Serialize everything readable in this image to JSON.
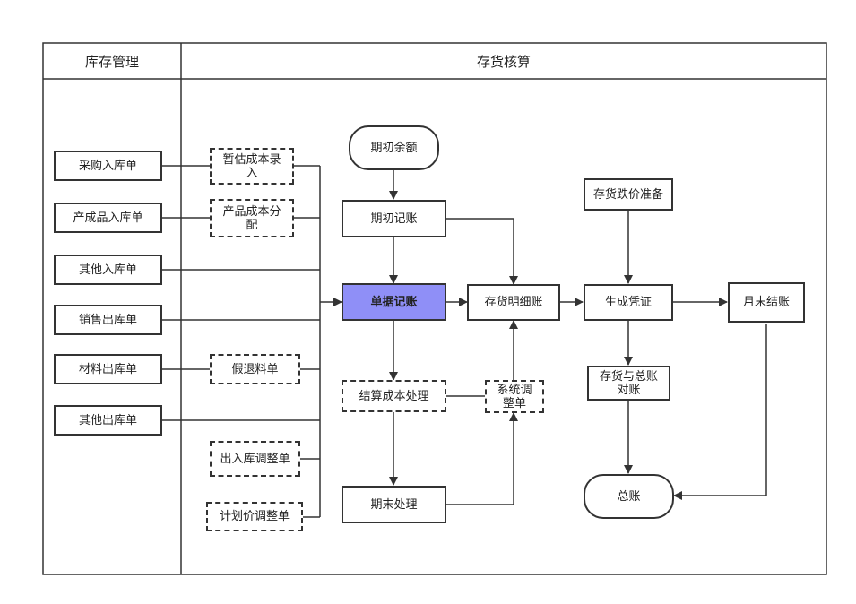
{
  "lanes": {
    "inventory": "库存管理",
    "accounting": "存货核算"
  },
  "nodes": {
    "purchase_in": "采购入库单",
    "product_in": "产成品入库单",
    "other_in": "其他入库单",
    "sales_out": "销售出库单",
    "material_out": "材料出库单",
    "other_out": "其他出库单",
    "estimated_cost": "暂估成本录入",
    "product_cost": "产品成本分配",
    "return_material": "假退料单",
    "io_adjust": "出入库调整单",
    "plan_price_adjust": "计划价调整单",
    "opening_balance": "期初余额",
    "opening_posting": "期初记账",
    "doc_posting": "单据记账",
    "settle_cost": "结算成本处理",
    "system_adjust": "系统调整单",
    "period_end": "期末处理",
    "inventory_detail": "存货明细账",
    "price_drop_reserve": "存货跌价准备",
    "gen_voucher": "生成凭证",
    "month_end": "月末结账",
    "reconcile": "存货与总账对账",
    "general_ledger": "总账"
  },
  "colors": {
    "line": "#333333",
    "highlight": "#8f8ff7"
  }
}
